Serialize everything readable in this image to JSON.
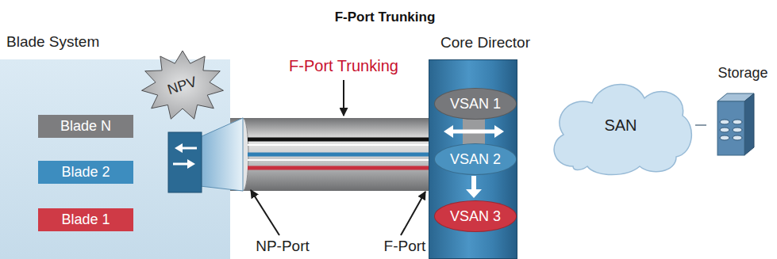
{
  "diagram": {
    "title": "F-Port Trunking",
    "nodes": [
      {
        "text": [
          "Blade System"
        ]
      },
      {
        "text": [
          "Blade N"
        ],
        "in": 0
      },
      {
        "text": [
          "Blade 2"
        ],
        "in": 0
      },
      {
        "text": [
          "Blade 1"
        ],
        "in": 0
      },
      {
        "text": [
          "NPV"
        ]
      },
      {
        "text": [
          "Core Director"
        ]
      },
      {
        "text": [
          "VSAN 1"
        ],
        "in": 5
      },
      {
        "text": [
          "VSAN 2"
        ],
        "in": 5
      },
      {
        "text": [
          "VSAN 3"
        ],
        "in": 5
      },
      {
        "text": [
          "SAN"
        ]
      },
      {
        "text": [
          "Storage"
        ]
      }
    ],
    "edges": [
      {
        "from": 0,
        "to": 5,
        "arrow": "none"
      },
      {
        "from": 9,
        "to": 10,
        "arrow": "none"
      }
    ],
    "labels": [
      "F-Port Trunking",
      "NP-Port",
      "F-Port"
    ]
  }
}
